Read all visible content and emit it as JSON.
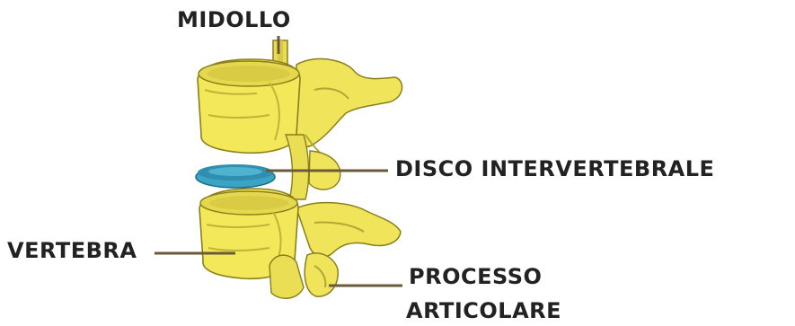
{
  "labels": {
    "midollo": "MIDOLLO",
    "disco": "DISCO INTERVERTEBRALE",
    "vertebra": "VERTEBRA",
    "processo": "PROCESSO",
    "articolare": "ARTICOLARE"
  },
  "colors": {
    "bone_fill": "#f2e85a",
    "bone_shadow": "#cfc035",
    "bone_outline": "#8a7f1c",
    "disc_fill": "#3ba3c4",
    "disc_top": "#2f8fb0",
    "leader_line": "#6b5a3a",
    "text": "#222222"
  }
}
